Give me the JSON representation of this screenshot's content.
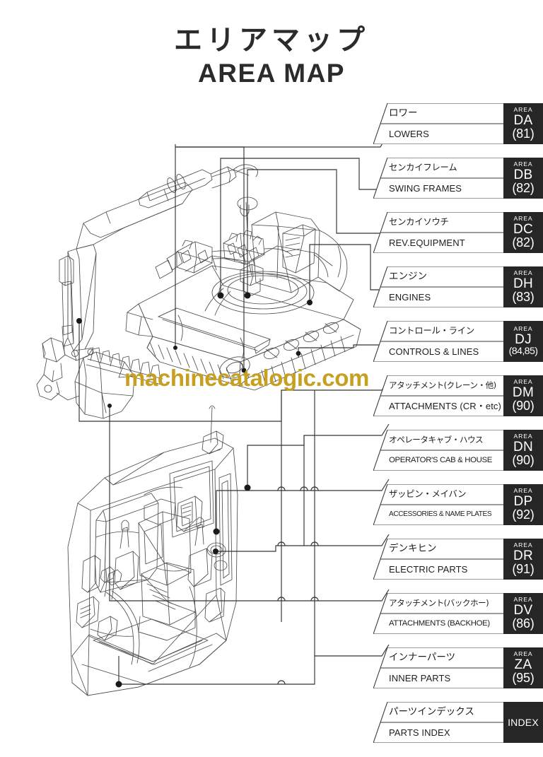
{
  "title": {
    "jp": "エリアマップ",
    "en": "AREA MAP"
  },
  "watermark": {
    "text": "machinecatalogic.com",
    "color": "#c79f21"
  },
  "legend": {
    "area_label": "AREA",
    "items": [
      {
        "jp": "ロワー",
        "en": "LOWERS",
        "code": "DA",
        "num": "(81)"
      },
      {
        "jp": "センカイフレーム",
        "en": "SWING FRAMES",
        "code": "DB",
        "num": "(82)"
      },
      {
        "jp": "センカイソウチ",
        "en": "REV.EQUIPMENT",
        "code": "DC",
        "num": "(82)"
      },
      {
        "jp": "エンジン",
        "en": "ENGINES",
        "code": "DH",
        "num": "(83)"
      },
      {
        "jp": "コントロール・ライン",
        "en": "CONTROLS & LINES",
        "code": "DJ",
        "num": "(84,85)"
      },
      {
        "jp": "アタッチメント(クレーン・他)",
        "en": "ATTACHMENTS (CR・etc)",
        "code": "DM",
        "num": "(90)"
      },
      {
        "jp": "オペレータキャブ・ハウス",
        "en": "OPERATOR'S CAB & HOUSE",
        "code": "DN",
        "num": "(90)"
      },
      {
        "jp": "ザッピン・メイバン",
        "en": "ACCESSORIES & NAME PLATES",
        "code": "DP",
        "num": "(92)"
      },
      {
        "jp": "デンキヒン",
        "en": "ELECTRIC PARTS",
        "code": "DR",
        "num": "(91)"
      },
      {
        "jp": "アタッチメント(バックホー)",
        "en": "ATTACHMENTS (BACKHOE)",
        "code": "DV",
        "num": "(86)"
      },
      {
        "jp": "インナーパーツ",
        "en": "INNER PARTS",
        "code": "ZA",
        "num": "(95)"
      },
      {
        "jp": "パーツインデックス",
        "en": "PARTS INDEX",
        "code": "INDEX",
        "num": ""
      }
    ]
  },
  "diagram": {
    "upper_machine_caption": "hydraulic excavator upper structure and undercarriage line drawing",
    "cab_caption": "operator cab interior line drawing"
  },
  "colors": {
    "ink": "#1d1d1d",
    "line": "#4a4a4a",
    "code_panel": "#262626",
    "background": "#ffffff"
  }
}
